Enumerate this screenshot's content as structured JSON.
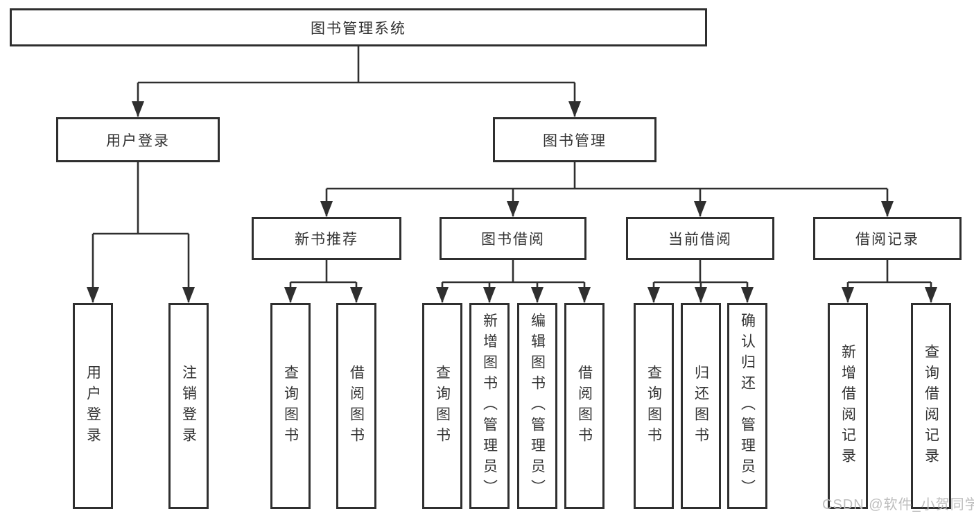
{
  "tree": {
    "label": "图书管理系统",
    "children": [
      {
        "label": "用户登录",
        "children": [
          {
            "label": "用户登录"
          },
          {
            "label": "注销登录"
          }
        ]
      },
      {
        "label": "图书管理",
        "children": [
          {
            "label": "新书推荐",
            "children": [
              {
                "label": "查询图书"
              },
              {
                "label": "借阅图书"
              }
            ]
          },
          {
            "label": "图书借阅",
            "children": [
              {
                "label": "查询图书"
              },
              {
                "label": "新增图书（管理员）"
              },
              {
                "label": "编辑图书（管理员）"
              },
              {
                "label": "借阅图书"
              }
            ]
          },
          {
            "label": "当前借阅",
            "children": [
              {
                "label": "查询图书"
              },
              {
                "label": "归还图书"
              },
              {
                "label": "确认归还（管理员）"
              }
            ]
          },
          {
            "label": "借阅记录",
            "children": [
              {
                "label": "新增借阅记录"
              },
              {
                "label": "查询借阅记录"
              }
            ]
          }
        ]
      }
    ]
  },
  "watermark": {
    "text": "CSDN @软件_小贺同学"
  },
  "colors": {
    "line": "#2f2f2f",
    "text": "#333333",
    "watermark": "#bdbdbd",
    "background": "#ffffff"
  }
}
